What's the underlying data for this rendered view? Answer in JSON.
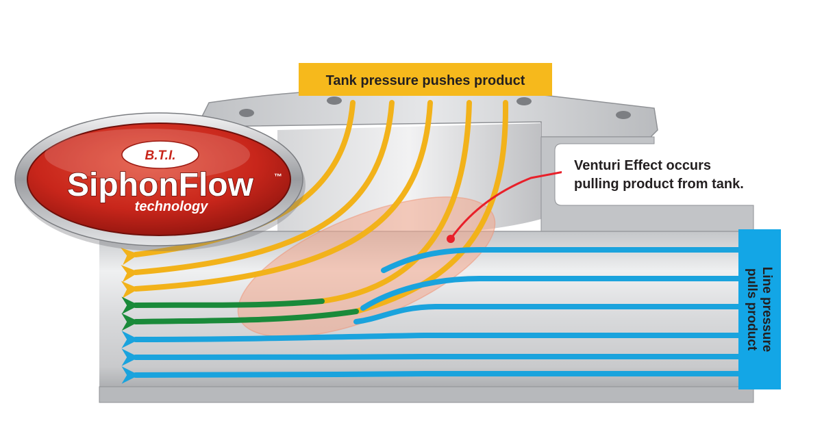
{
  "labels": {
    "tank_pressure": "Tank pressure pushes product",
    "venturi_line1": "Venturi Effect occurs",
    "venturi_line2": "pulling product from tank.",
    "line_pressure_line1": "Line pressure",
    "line_pressure_line2": "pulls product"
  },
  "logo": {
    "brand_top": "B.T.I.",
    "brand_main": "SiphonFlow",
    "trademark": "™",
    "brand_sub": "technology"
  },
  "colors": {
    "tank_flow": "#f2b21a",
    "line_flow": "#1aa3dd",
    "mixed_flow": "#1a8a3a",
    "label_yellow": "#f6b91c",
    "label_blue": "#13a6e6",
    "venturi_zone": "#f3a58b",
    "pointer_red": "#e8202a",
    "logo_red": "#c8261b",
    "metal": "#d9dadc"
  },
  "icons": {
    "arrowheads": "arrow-left-icon",
    "pointer": "red-dot-pointer-icon"
  }
}
